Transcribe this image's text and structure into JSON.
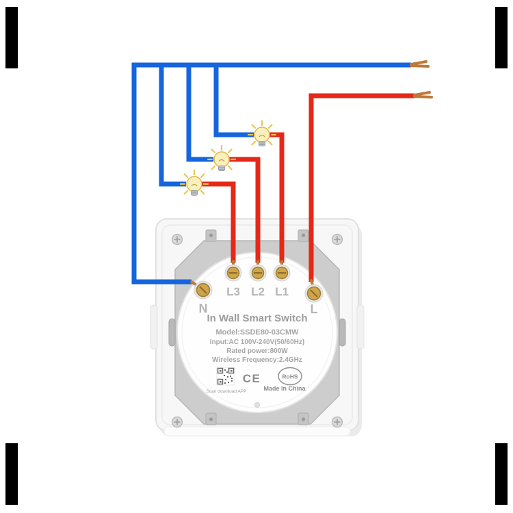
{
  "frame": {
    "bar_color": "#000000"
  },
  "wiring": {
    "neutral_color": "#1565dd",
    "live_color": "#e52818",
    "copper_color": "#bf7839",
    "bulb_glow": "#faf0bd",
    "bulb_ray": "#e8c64f"
  },
  "device": {
    "title": "In Wall Smart Switch",
    "model": "Model:SSDE80-03CMW",
    "input": "Input:AC 100V-240V(50/60Hz)",
    "rated_power": "Rated power:800W",
    "wireless": "Wireless Frequency:2.4GHz",
    "ce_mark": "CE",
    "rohs_mark": "RoHS",
    "made_in": "Made In China",
    "scan_app": "Scan download APP",
    "terminals": {
      "n": "N",
      "l3": "L3",
      "l2": "L2",
      "l1": "L1",
      "l": "L"
    }
  }
}
